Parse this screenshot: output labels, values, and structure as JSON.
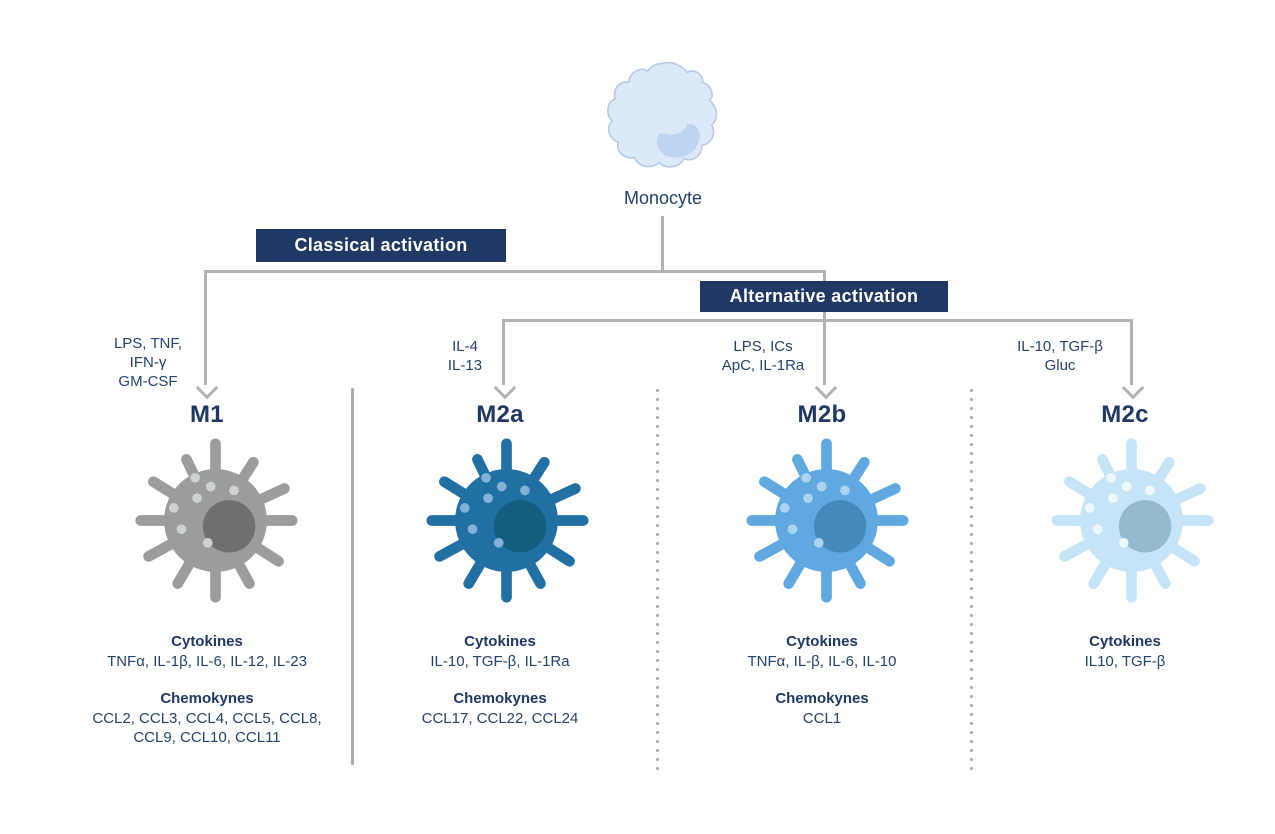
{
  "monocyte": {
    "label": "Monocyte"
  },
  "activations": {
    "classical": "Classical activation",
    "alternative": "Alternative activation"
  },
  "columns": [
    {
      "name": "M1",
      "stimuli": "LPS, TNF,\nIFN-γ\nGM-CSF",
      "cytokines_heading": "Cytokines",
      "cytokines": "TNFα, IL-1β, IL-6, IL-12, IL-23",
      "chemokynes_heading": "Chemokynes",
      "chemokynes": "CCL2, CCL3, CCL4, CCL5, CCL8,\nCCL9, CCL10, CCL11",
      "colors": {
        "body": "#9C9C9C",
        "nucleus": "#6F6F6F",
        "dots": "#CDD1D1"
      }
    },
    {
      "name": "M2a",
      "stimuli": "IL-4\nIL-13",
      "cytokines_heading": "Cytokines",
      "cytokines": "IL-10, TGF-β, IL-1Ra",
      "chemokynes_heading": "Chemokynes",
      "chemokynes": "CCL17, CCL22, CCL24",
      "colors": {
        "body": "#2170A3",
        "nucleus": "#135E7E",
        "dots": "#82B2D8"
      }
    },
    {
      "name": "M2b",
      "stimuli": "LPS, ICs\nApC, IL-1Ra",
      "cytokines_heading": "Cytokines",
      "cytokines": "TNFα, IL-β, IL-6, IL-10",
      "chemokynes_heading": "Chemokynes",
      "chemokynes": "CCL1",
      "colors": {
        "body": "#5FA8E0",
        "nucleus": "#4389BB",
        "dots": "#ABD4F1"
      }
    },
    {
      "name": "M2c",
      "stimuli": "IL-10, TGF-β\nGluc",
      "cytokines_heading": "Cytokines",
      "cytokines": "IL10, TGF-β",
      "chemokynes_heading": "",
      "chemokynes": "",
      "colors": {
        "body": "#C5E4F7",
        "nucleus": "#93BACD",
        "dots": "#EFF8FD"
      }
    }
  ],
  "theme": {
    "navy_box": "#1F3864",
    "text": "#24436B",
    "line": "#B3B3B3",
    "separator": "#A9A9A9",
    "monocyte_body": "#DCE9F8",
    "monocyte_border": "#B9CBE4",
    "monocyte_nucleus": "#BDD5F1"
  }
}
